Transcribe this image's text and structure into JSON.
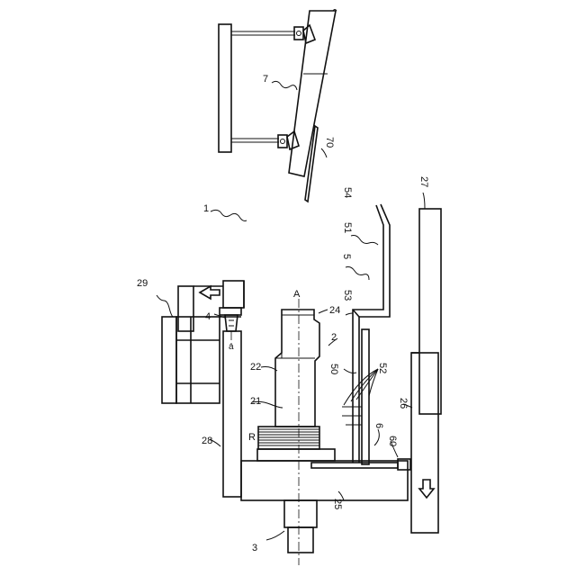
{
  "figure": {
    "labels": {
      "l1": "1",
      "l2": "2",
      "l3": "3",
      "l4": "4",
      "l5": "5",
      "l6": "6",
      "l7": "7",
      "l21": "21",
      "l22": "22",
      "l24": "24",
      "l25": "25",
      "l26": "26",
      "l27": "27",
      "l28": "28",
      "l29": "29",
      "l50": "50",
      "l51": "51",
      "l52": "52",
      "l53": "53",
      "l54": "54",
      "l60": "60",
      "l70": "70",
      "lA": "A",
      "lR": "R",
      "la": "a"
    }
  }
}
